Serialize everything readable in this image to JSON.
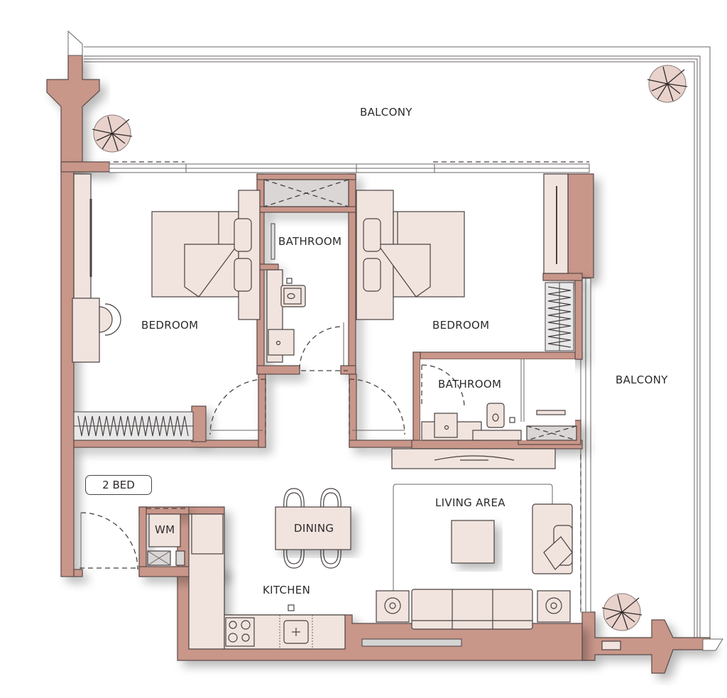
{
  "plan": {
    "unit_type": "2 BED",
    "colors": {
      "wall": "#c9968a",
      "furniture": "#f1e4de",
      "outline": "#4a4242",
      "background": "#ffffff"
    },
    "rooms": {
      "balcony_top": "BALCONY",
      "balcony_right": "BALCONY",
      "bedroom_left": "BEDROOM",
      "bedroom_right": "BEDROOM",
      "bathroom_center": "BATHROOM",
      "bathroom_right": "BATHROOM",
      "living_area": "LIVING AREA",
      "dining": "DINING",
      "kitchen": "KITCHEN",
      "washing_machine": "WM"
    },
    "icons": [
      "plant-pot-icon",
      "bed-icon",
      "toilet-icon",
      "sink-icon",
      "door-swing-icon",
      "wardrobe-icon",
      "sofa-icon",
      "stove-icon",
      "tv-icon",
      "lamp-icon",
      "shaft-icon"
    ]
  }
}
